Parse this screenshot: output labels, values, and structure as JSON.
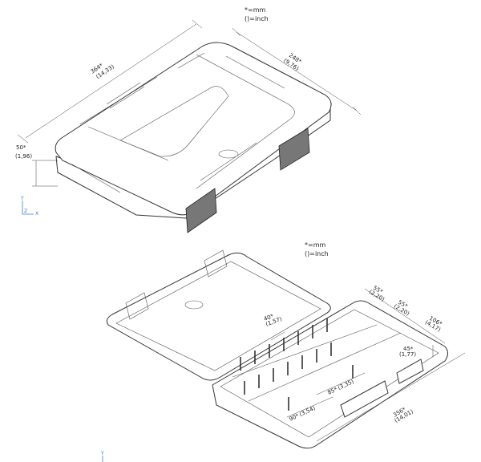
{
  "closed_view": {
    "units_note": [
      "*=mm",
      "()=inch"
    ],
    "length": {
      "mm": "364*",
      "inch": "(14,33)"
    },
    "width": {
      "mm": "248*",
      "inch": "(9,76)"
    },
    "height": {
      "mm": "50*",
      "inch": "(1,96)"
    },
    "axis_labels": {
      "y": "Y",
      "z": "Z",
      "x": "X"
    }
  },
  "open_view": {
    "units_note": [
      "*=mm",
      "()=inch"
    ],
    "compartment_small": {
      "mm": "40*",
      "inch": "(1,57)"
    },
    "width_segment_1": {
      "mm": "55*",
      "inch": "(2,20)"
    },
    "width_segment_2": {
      "mm": "55*",
      "inch": "(2,20)"
    },
    "width_segment_3": {
      "mm": "106*",
      "inch": "(4,17)"
    },
    "depth": {
      "mm": "45*",
      "inch": "(1,77)"
    },
    "compartment_large_1": {
      "mm": "90*",
      "inch": "(3,54)"
    },
    "compartment_large_2": {
      "mm": "85*",
      "inch": "(3,35)"
    },
    "inner_length": {
      "mm": "356*",
      "inch": "(14,01)"
    },
    "axis_labels": {
      "y": "Y"
    }
  }
}
